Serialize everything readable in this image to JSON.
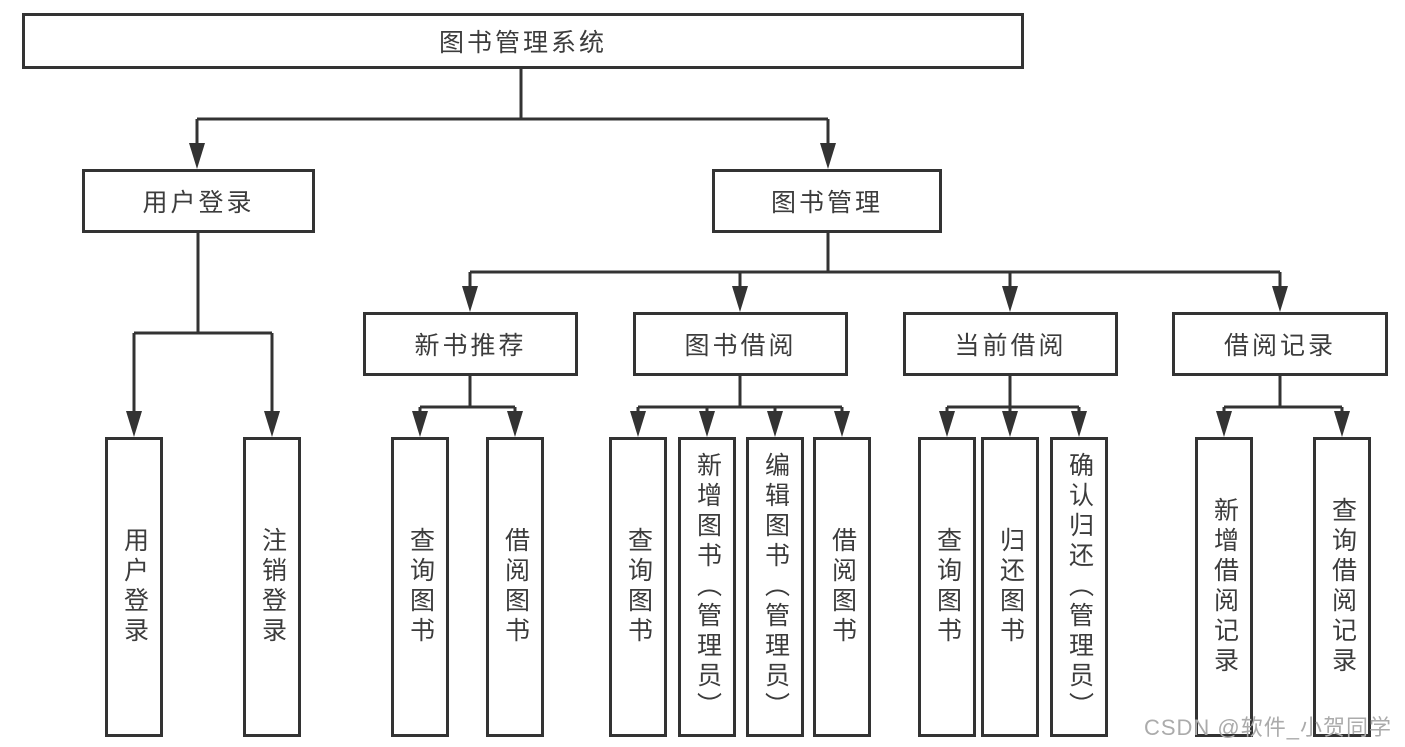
{
  "diagram": {
    "type": "tree",
    "tree": {
      "label": "图书管理系统",
      "children": [
        {
          "label": "用户登录",
          "children": [
            {
              "label": "用户登录"
            },
            {
              "label": "注销登录"
            }
          ]
        },
        {
          "label": "图书管理",
          "children": [
            {
              "label": "新书推荐",
              "children": [
                {
                  "label": "查询图书"
                },
                {
                  "label": "借阅图书"
                }
              ]
            },
            {
              "label": "图书借阅",
              "children": [
                {
                  "label": "查询图书"
                },
                {
                  "label": "新增图书（管理员）"
                },
                {
                  "label": "编辑图书（管理员）"
                },
                {
                  "label": "借阅图书"
                }
              ]
            },
            {
              "label": "当前借阅",
              "children": [
                {
                  "label": "查询图书"
                },
                {
                  "label": "归还图书"
                },
                {
                  "label": "确认归还（管理员）"
                }
              ]
            },
            {
              "label": "借阅记录",
              "children": [
                {
                  "label": "新增借阅记录"
                },
                {
                  "label": "查询借阅记录"
                }
              ]
            }
          ]
        }
      ]
    },
    "colors": {
      "line": "#333333",
      "text": "#3c3c3c",
      "bg": "#ffffff",
      "wm": "#ababab"
    }
  },
  "watermark": {
    "text": "CSDN @软件_小贺同学"
  }
}
